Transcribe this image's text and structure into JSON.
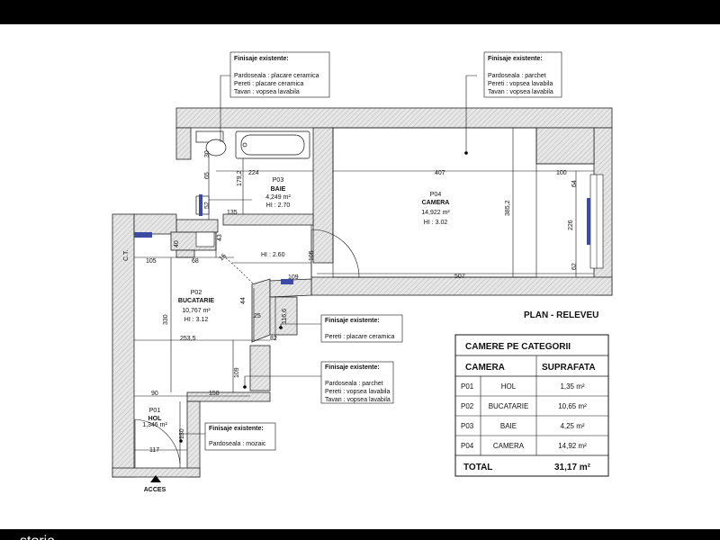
{
  "plan_title": "PLAN - RELEVEU",
  "entrance_label": "ACCES",
  "rooms": [
    {
      "id": "P01",
      "name": "HOL",
      "area": "1,346 m²"
    },
    {
      "id": "P02",
      "name": "BUCATARIE",
      "area": "10,767 m²",
      "height": "HI : 3.12"
    },
    {
      "id": "P03",
      "name": "BAIE",
      "area": "4,249 m²",
      "height": "HI : 2.70"
    },
    {
      "id": "P04",
      "name": "CAMERA",
      "area": "14,922 m²",
      "height": "HI : 3.02"
    }
  ],
  "hall_height": "HI : 2.60",
  "ct_label": "C.T.",
  "dimensions": [
    "407",
    "100",
    "385,2",
    "64",
    "226",
    "62",
    "507",
    "224",
    "179,2",
    "65",
    "52",
    "135",
    "30",
    "43",
    "40",
    "105",
    "68",
    "15",
    "105",
    "109",
    "44",
    "25",
    "116,6",
    "330",
    "253,5",
    "82",
    "109",
    "90",
    "150",
    "130",
    "117"
  ],
  "finish_header": "Finisaje existente:",
  "finish_notes": {
    "baie": [
      "Pardoseala : placare ceramica",
      "Pereti : placare ceramica",
      "Tavan : vopsea lavabila"
    ],
    "camera": [
      "Pardoseala : parchet",
      "Pereti : vopsea lavabila",
      "Tavan : vopsea lavabila"
    ],
    "hol_pereti": [
      "Pereti : placare ceramica"
    ],
    "bucatarie": [
      "Pardoseala : parchet",
      "Pereti : vopsea lavabila",
      "Tavan : vopsea lavabila"
    ],
    "hol_pardoseala": [
      "Pardoseala : mozaic"
    ]
  },
  "table": {
    "title": "CAMERE PE CATEGORII",
    "col_room": "CAMERA",
    "col_area": "SUPRAFATA",
    "rows": [
      {
        "code": "P01",
        "name": "HOL",
        "area": "1,35 m²"
      },
      {
        "code": "P02",
        "name": "BUCATARIE",
        "area": "10,65 m²"
      },
      {
        "code": "P03",
        "name": "BAIE",
        "area": "4,25 m²"
      },
      {
        "code": "P04",
        "name": "CAMERA",
        "area": "14,92 m²"
      }
    ],
    "total_label": "TOTAL",
    "total_value": "31,17 m²"
  },
  "watermark": "storia"
}
